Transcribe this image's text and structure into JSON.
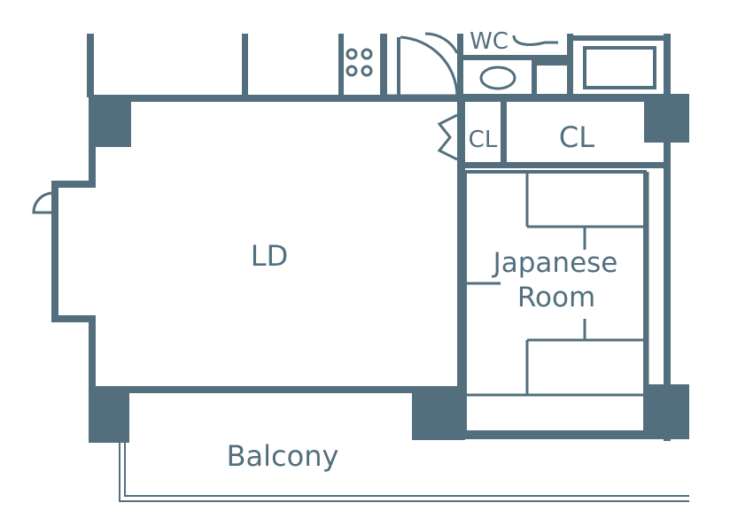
{
  "colors": {
    "wall": "#536f7e",
    "background": "#ffffff"
  },
  "rooms": {
    "ld": "LD",
    "wc": "WC",
    "cl_small": "CL",
    "cl_large": "CL",
    "japanese_line1": "Japanese",
    "japanese_line2": "Room",
    "balcony": "Balcony"
  }
}
